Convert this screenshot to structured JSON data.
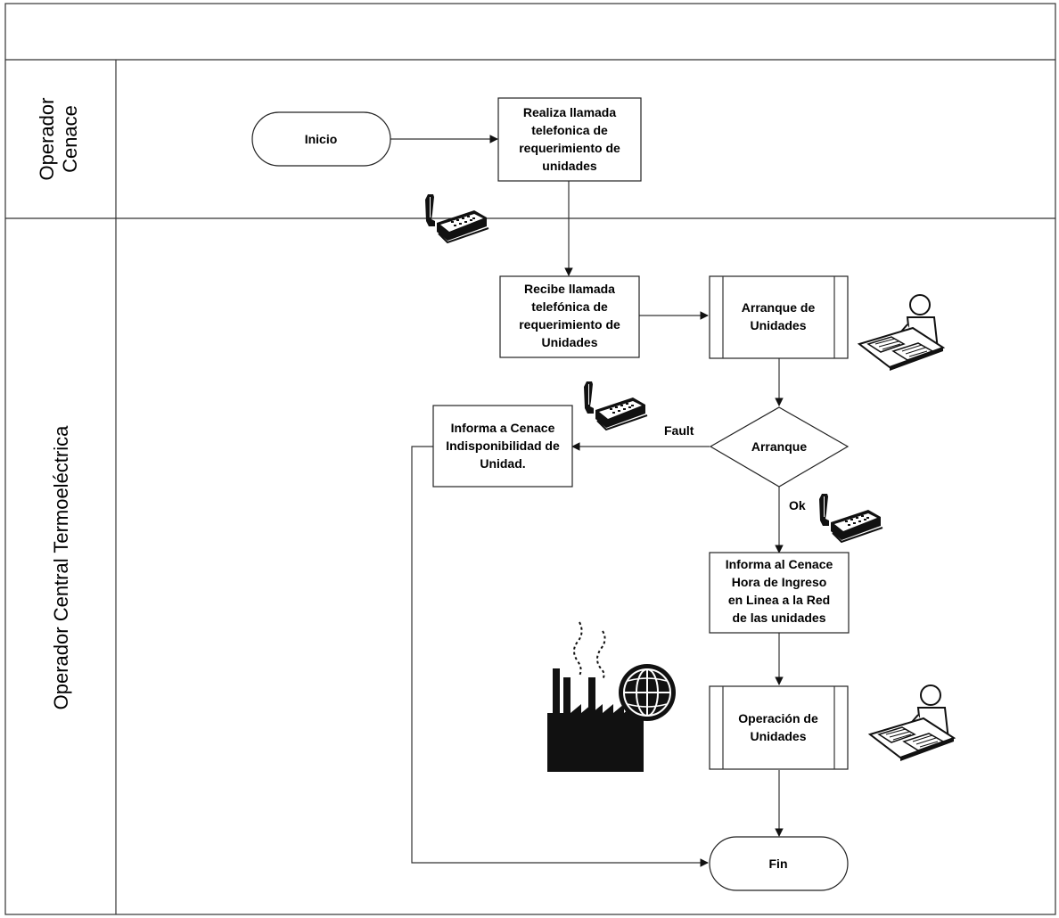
{
  "header": {
    "title": ""
  },
  "lanes": [
    {
      "id": "cenace",
      "lines": [
        "Operador",
        "Cenace"
      ]
    },
    {
      "id": "central",
      "lines": [
        "Operador Central Termoeléctrica"
      ]
    }
  ],
  "nodes": {
    "inicio": {
      "lines": [
        "Inicio"
      ]
    },
    "realiza": {
      "lines": [
        "Realiza llamada",
        "telefonica de",
        "requerimiento de",
        "unidades"
      ]
    },
    "recibe": {
      "lines": [
        "Recibe llamada",
        "telefónica de",
        "requerimiento de",
        "Unidades"
      ]
    },
    "arranque_unidades": {
      "lines": [
        "Arranque de",
        "Unidades"
      ]
    },
    "arranque": {
      "lines": [
        "Arranque"
      ]
    },
    "informa_indisp": {
      "lines": [
        "Informa a Cenace",
        "Indisponibilidad de",
        "Unidad."
      ]
    },
    "informa_hora": {
      "lines": [
        "Informa al Cenace",
        "Hora de Ingreso",
        "en Linea a la Red",
        "de las unidades"
      ]
    },
    "operacion": {
      "lines": [
        "Operación de",
        "Unidades"
      ]
    },
    "fin": {
      "lines": [
        "Fin"
      ]
    }
  },
  "edge_labels": {
    "fault": "Fault",
    "ok": "Ok"
  },
  "icons": [
    "telephone-icon",
    "operator-at-desk-icon",
    "factory-icon",
    "globe-icon"
  ],
  "colors": {
    "stroke": "#222222",
    "icon": "#111111",
    "background": "#ffffff"
  }
}
